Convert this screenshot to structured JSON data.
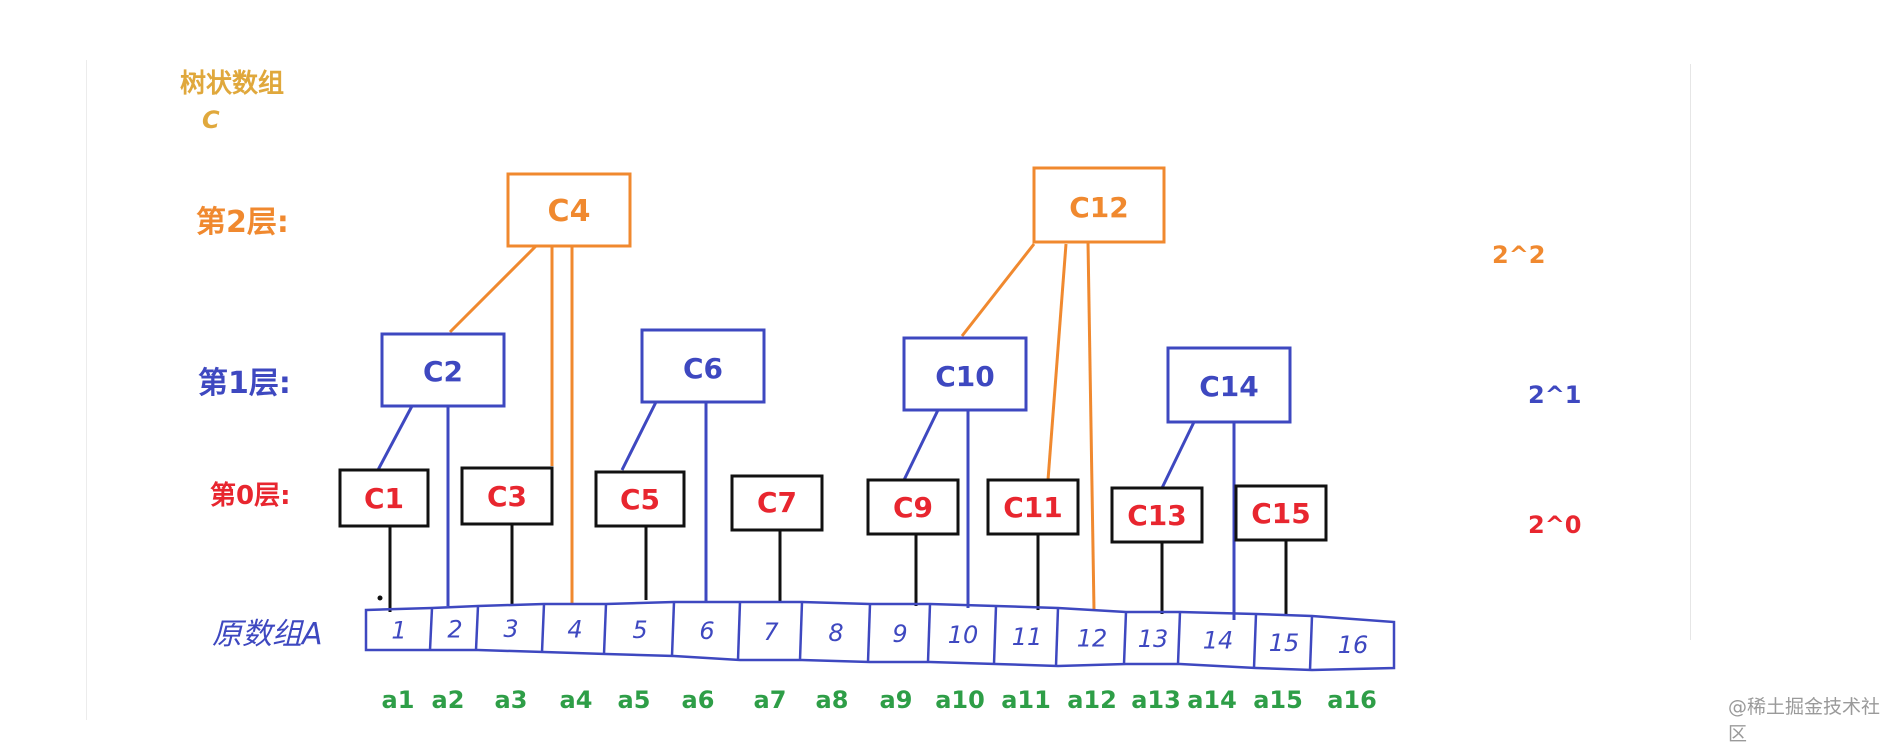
{
  "title_line1": "树状数组",
  "title_line2": "C",
  "levels": [
    {
      "label": "第2层:",
      "power": "2^2",
      "color": "#f0892f"
    },
    {
      "label": "第1层:",
      "power": "2^1",
      "color": "#3e48c0"
    },
    {
      "label": "第0层:",
      "power": "2^0",
      "color": "#e8262f"
    }
  ],
  "nodes_level2": [
    "C4",
    "C12"
  ],
  "nodes_level1": [
    "C2",
    "C6",
    "C10",
    "C14"
  ],
  "nodes_level0": [
    "C1",
    "C3",
    "C5",
    "C7",
    "C9",
    "C11",
    "C13",
    "C15"
  ],
  "array_label": "原数组A",
  "cells": [
    "1",
    "2",
    "3",
    "4",
    "5",
    "6",
    "7",
    "8",
    "9",
    "10",
    "11",
    "12",
    "13",
    "14",
    "15",
    "16"
  ],
  "element_labels": [
    "a1",
    "a2",
    "a3",
    "a4",
    "a5",
    "a6",
    "a7",
    "a8",
    "a9",
    "a10",
    "a11",
    "a12",
    "a13",
    "a14",
    "a15",
    "a16"
  ],
  "colors": {
    "level2": "#f0892f",
    "level1": "#3e48c0",
    "level0": "#e8262f",
    "box0": "#111111",
    "elements": "#2e9e47",
    "title": "#e0a83c",
    "array": "#3e48c0"
  },
  "watermark": "@稀土掘金技术社区"
}
